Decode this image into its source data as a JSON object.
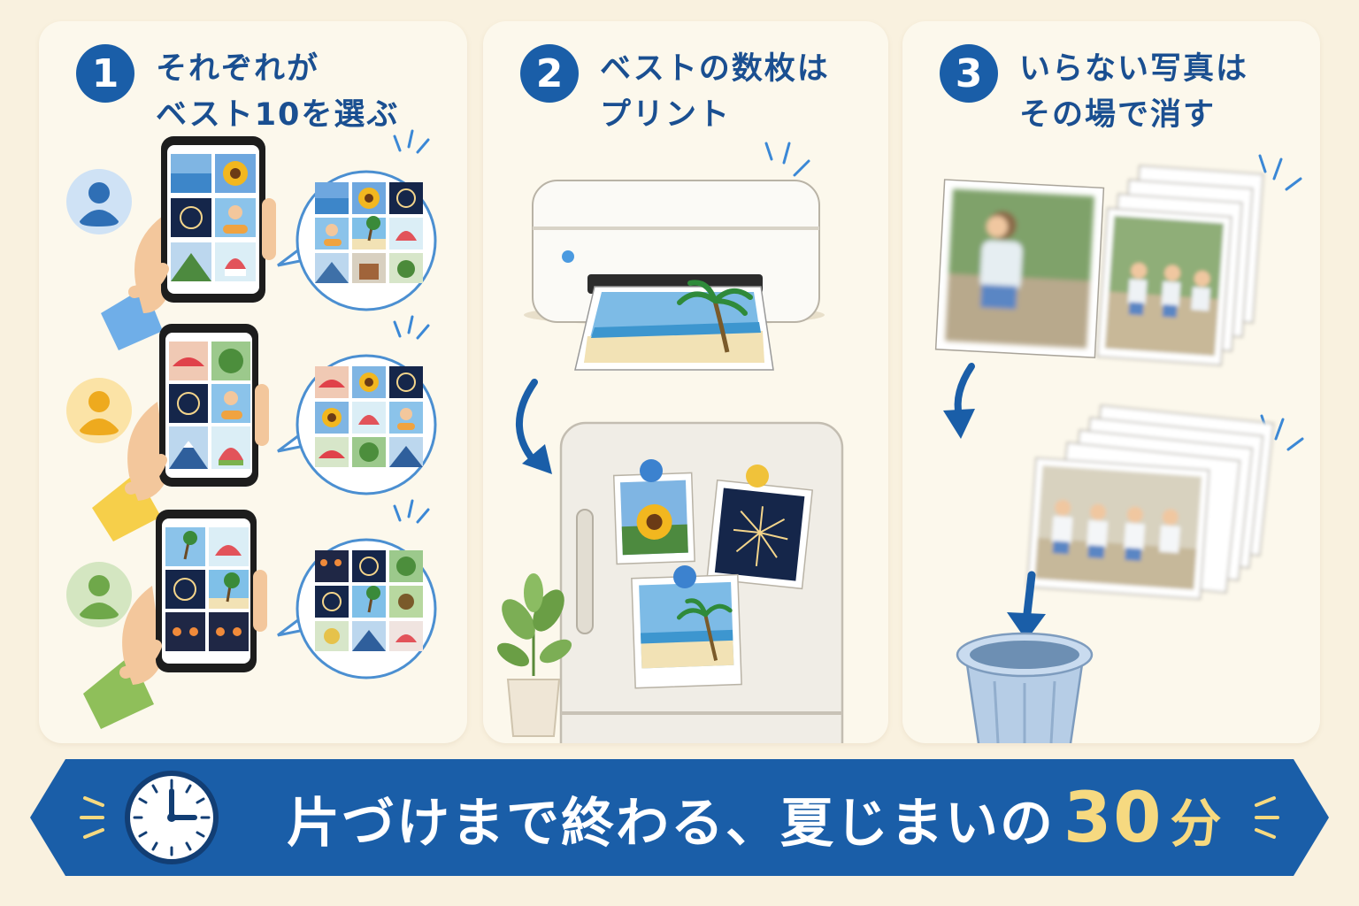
{
  "steps": [
    {
      "number": "1",
      "title_line1": "それぞれが",
      "title_line2": "ベスト10を選ぶ"
    },
    {
      "number": "2",
      "title_line1": "ベストの数枚は",
      "title_line2": "プリント"
    },
    {
      "number": "3",
      "title_line1": "いらない写真は",
      "title_line2": "その場で消す"
    }
  ],
  "banner": {
    "text": "片づけまで終わる、夏じまいの",
    "number": "30",
    "unit": "分"
  },
  "colors": {
    "background": "#f9f1df",
    "panel": "#fcf8ec",
    "primary_blue": "#1a5ea8",
    "banner_accent": "#f6d980",
    "user1": "#2f6fb5",
    "user2": "#eeaa1e",
    "user3": "#6fa84a"
  },
  "icons": [
    "user-avatar-icon",
    "smartphone-icon",
    "speech-bubble-icon",
    "printer-icon",
    "refrigerator-icon",
    "magnet-icon",
    "plant-icon",
    "trash-can-icon",
    "clock-icon",
    "down-arrow-icon"
  ]
}
